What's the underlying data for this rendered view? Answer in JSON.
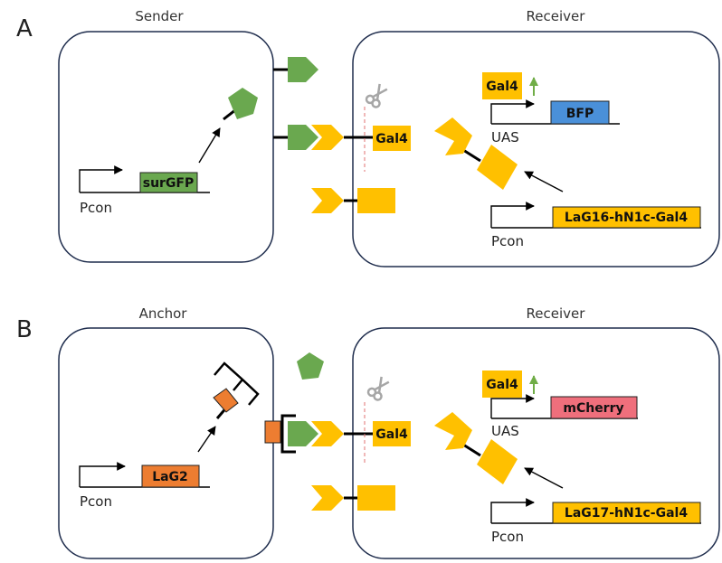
{
  "panels": [
    {
      "letter": "A",
      "left_cell_label": "Sender",
      "right_cell_label": "Receiver",
      "left_promoter_label": "Pcon",
      "left_gene_label": "surGFP",
      "tether_label": "Gal4",
      "free_gal4_label": "Gal4",
      "uas_label": "UAS",
      "reporter_label": "BFP",
      "receptor_gene_label": "LaG16-hN1c-Gal4",
      "right_promoter_label": "Pcon"
    },
    {
      "letter": "B",
      "left_cell_label": "Anchor",
      "right_cell_label": "Receiver",
      "left_promoter_label": "Pcon",
      "left_gene_label": "LaG2",
      "tether_label": "Gal4",
      "free_gal4_label": "Gal4",
      "uas_label": "UAS",
      "reporter_label": "mCherry",
      "receptor_gene_label": "LaG17-hN1c-Gal4",
      "right_promoter_label": "Pcon"
    }
  ],
  "colors": {
    "gfp_green": "#6aa84f",
    "gal4_yellow": "#ffc000",
    "bfp_blue": "#4a90d9",
    "mcherry_red": "#ef6f7c",
    "lag2_orange": "#ed7d31",
    "up_arrow_green": "#70ad47",
    "scissors_gray": "#a6a6a6",
    "cut_line_red": "#e07070"
  },
  "icons": {
    "cleavage": "scissors-icon",
    "activation": "up-arrow-icon"
  }
}
